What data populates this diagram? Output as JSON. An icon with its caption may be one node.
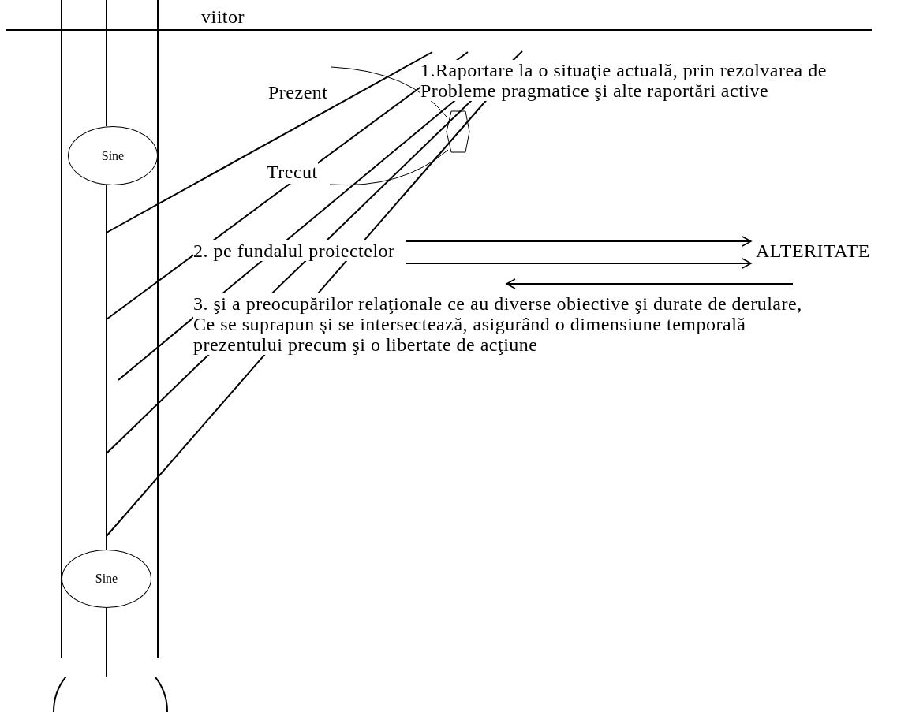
{
  "diagram": {
    "nodes": [
      {
        "text": [
          "Sine"
        ]
      },
      {
        "text": [
          "Sine"
        ]
      },
      {
        "text": [],
        "shape": "circle"
      },
      {
        "text": [
          "Prezent"
        ]
      },
      {
        "text": [
          "Trecut"
        ]
      },
      {
        "text": [],
        "shape": "hexagon"
      }
    ],
    "edges": [
      {
        "from": 0,
        "to": 1,
        "arrow": "none"
      },
      {
        "from": 1,
        "to": 2,
        "arrow": "none"
      },
      {
        "from": 3,
        "to": 5,
        "arrow": "none"
      },
      {
        "from": 4,
        "to": 5,
        "arrow": "none"
      }
    ],
    "labels": [
      "viitor",
      "1.Raportare la o situaţie actuală, prin rezolvarea de Probleme pragmatice şi alte raportări active",
      "2. pe fundalul proiectelor",
      "ALTERITATE",
      "3. şi a preocupărilor relaţionale ce au diverse obiective şi durate de derulare, Ce se suprapun şi se intersectează, asigurând o dimensiune temporală prezentului precum şi o libertate de acţiune"
    ]
  }
}
